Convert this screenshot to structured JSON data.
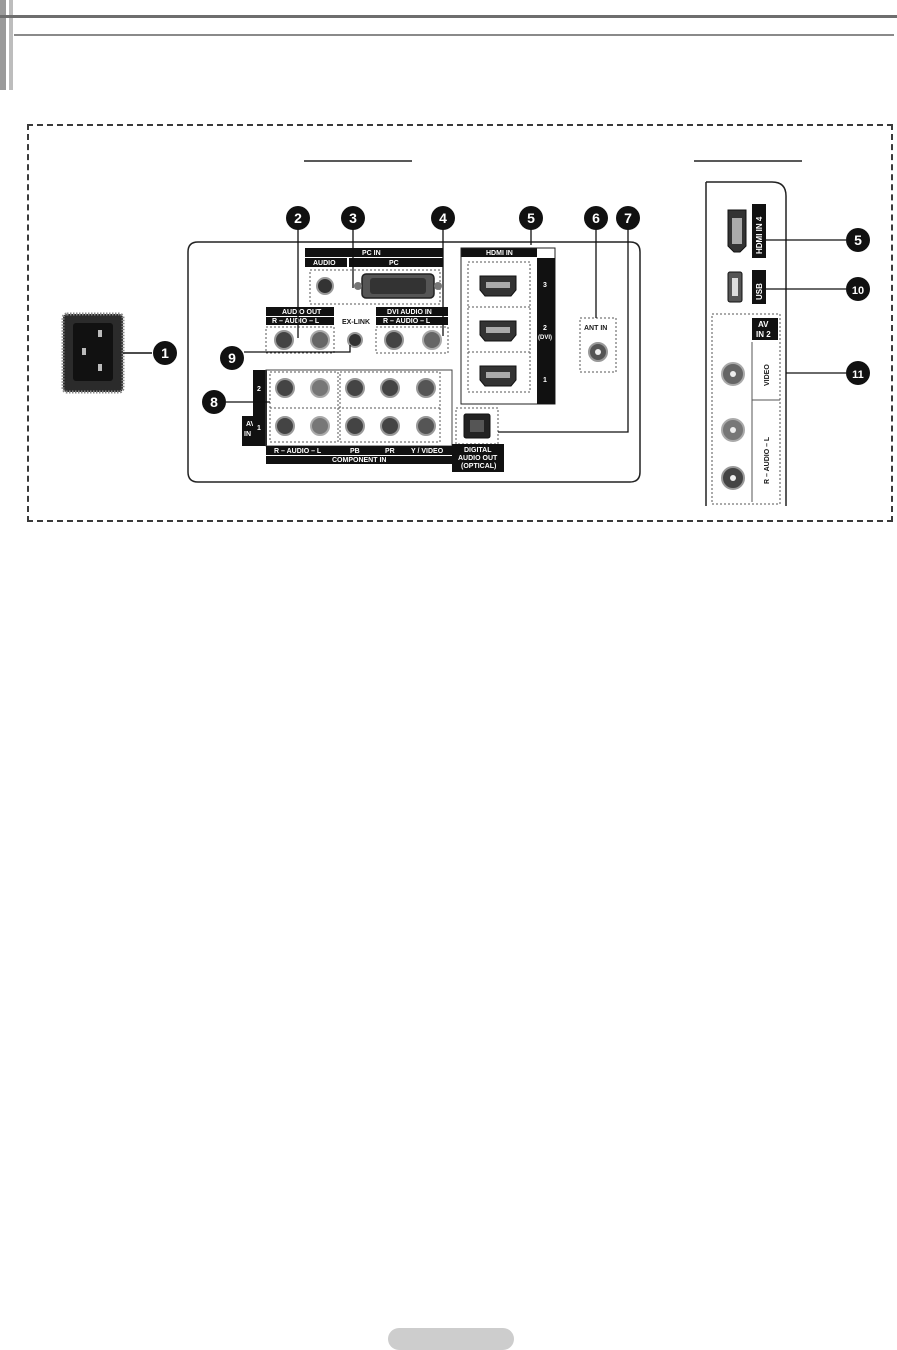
{
  "labels": {
    "pc_in": "PC IN",
    "audio": "AUDIO",
    "pc": "PC",
    "audio_out": "AUDIO OUT",
    "audio_rl": "R – AUDIO – L",
    "dvi_audio_in": "DVI AUDIO IN",
    "ex_link": "EX-LINK",
    "hdmi_in": "HDMI IN",
    "hdmi_3": "3",
    "hdmi_2": "2",
    "hdmi_dvi": "(DVI)",
    "hdmi_1": "1",
    "ant_in": "ANT IN",
    "av_row_2": "2",
    "av_row_1": "1",
    "av_in_1_a": "AV",
    "av_in_1_b": "IN 1",
    "audio_rl_bottom": "R – AUDIO – L",
    "pb": "PB",
    "pr": "PR",
    "y_video": "Y / VIDEO",
    "component_in": "COMPONENT IN",
    "digital_1": "DIGITAL",
    "digital_2": "AUDIO OUT",
    "digital_3": "(OPTICAL)",
    "hdmi_in_4": "HDMI IN 4",
    "usb": "USB",
    "av_in_2_a": "AV",
    "av_in_2_b": "IN 2",
    "video": "VIDEO",
    "side_audio": "R – AUDIO – L"
  },
  "callouts": {
    "c1": "1",
    "c2": "2",
    "c3": "3",
    "c4": "4",
    "c5": "5",
    "c6": "6",
    "c7": "7",
    "c8": "8",
    "c9": "9",
    "c5b": "5",
    "c10": "10",
    "c11": "11"
  }
}
